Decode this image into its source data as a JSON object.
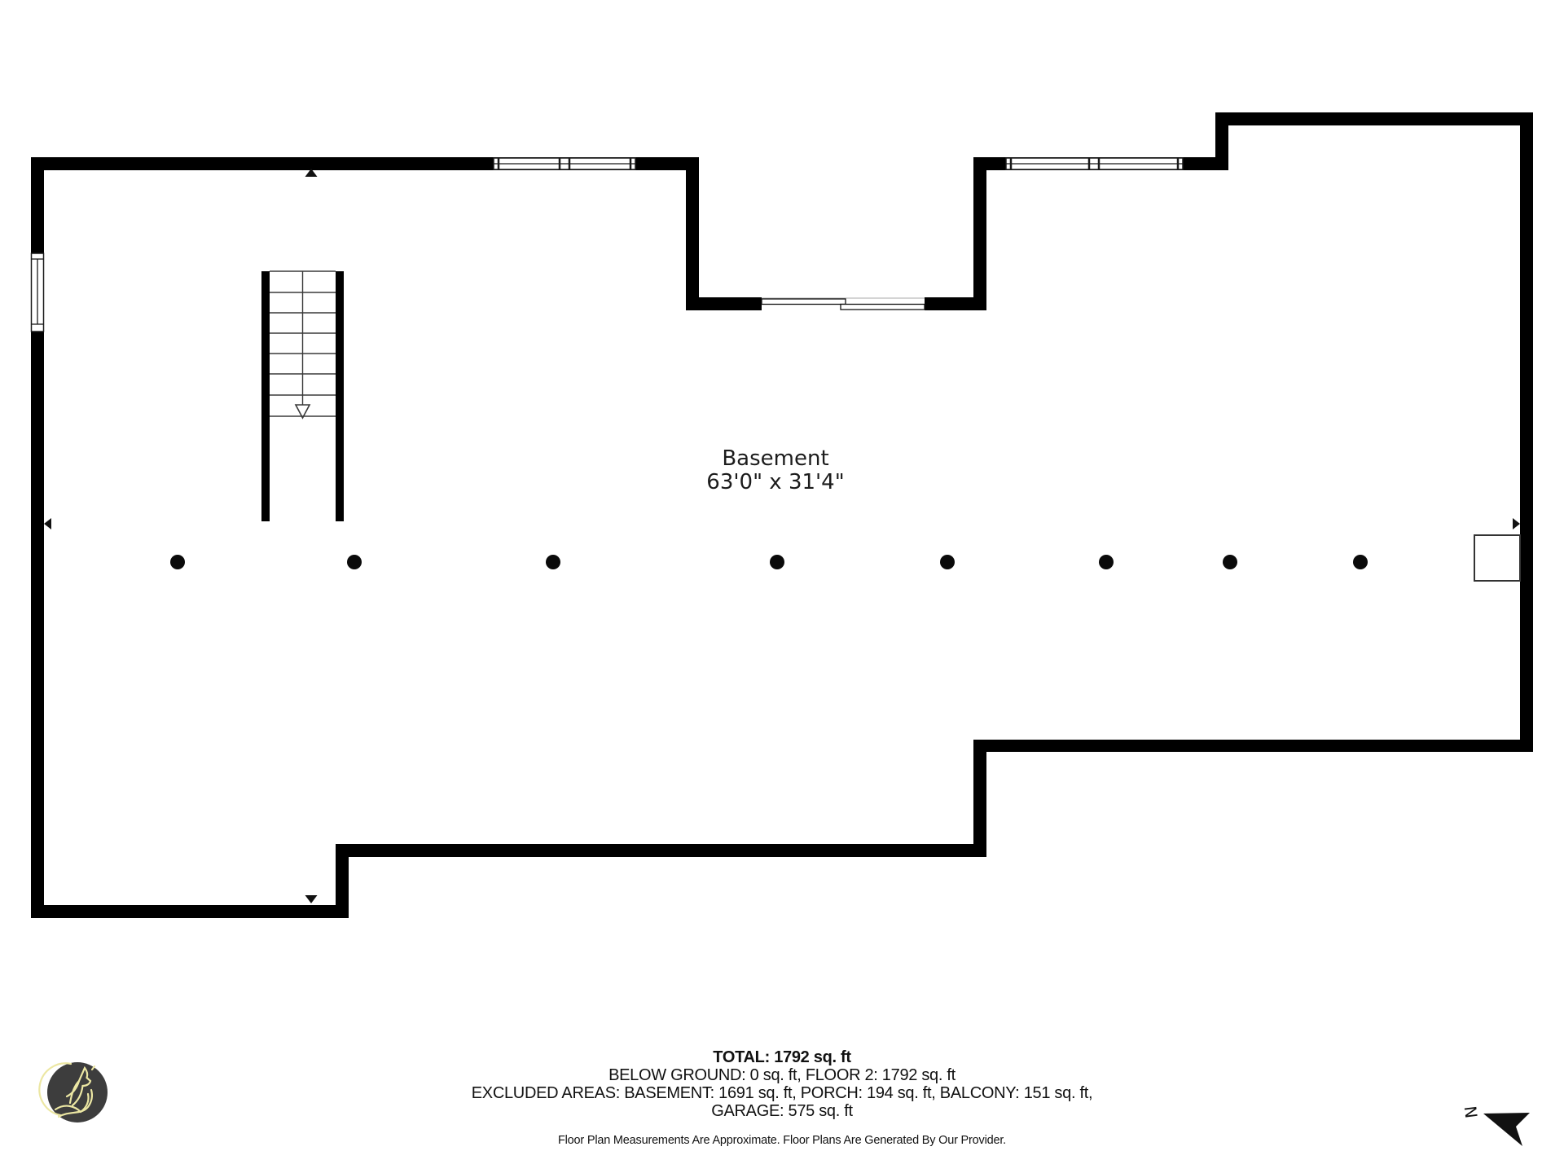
{
  "floor_plan": {
    "room": {
      "name": "Basement",
      "dimensions": "63'0\" x 31'4\""
    },
    "summary": {
      "total": "TOTAL: 1792 sq. ft",
      "line2": "BELOW GROUND: 0 sq. ft, FLOOR 2: 1792 sq. ft",
      "line3": "EXCLUDED AREAS: BASEMENT: 1691 sq. ft, PORCH: 194 sq. ft, BALCONY: 151 sq. ft,",
      "line4": "GARAGE: 575 sq. ft"
    },
    "disclaimer": "Floor Plan Measurements Are Approximate. Floor Plans Are Generated By Our Provider.",
    "compass": {
      "north_label": "N"
    },
    "support_columns": {
      "count": 8
    },
    "colors": {
      "wall": "#000000",
      "logo_background": "#3d3d3d",
      "logo_artwork": "#ece7a3",
      "text": "#1d1d1d"
    }
  }
}
